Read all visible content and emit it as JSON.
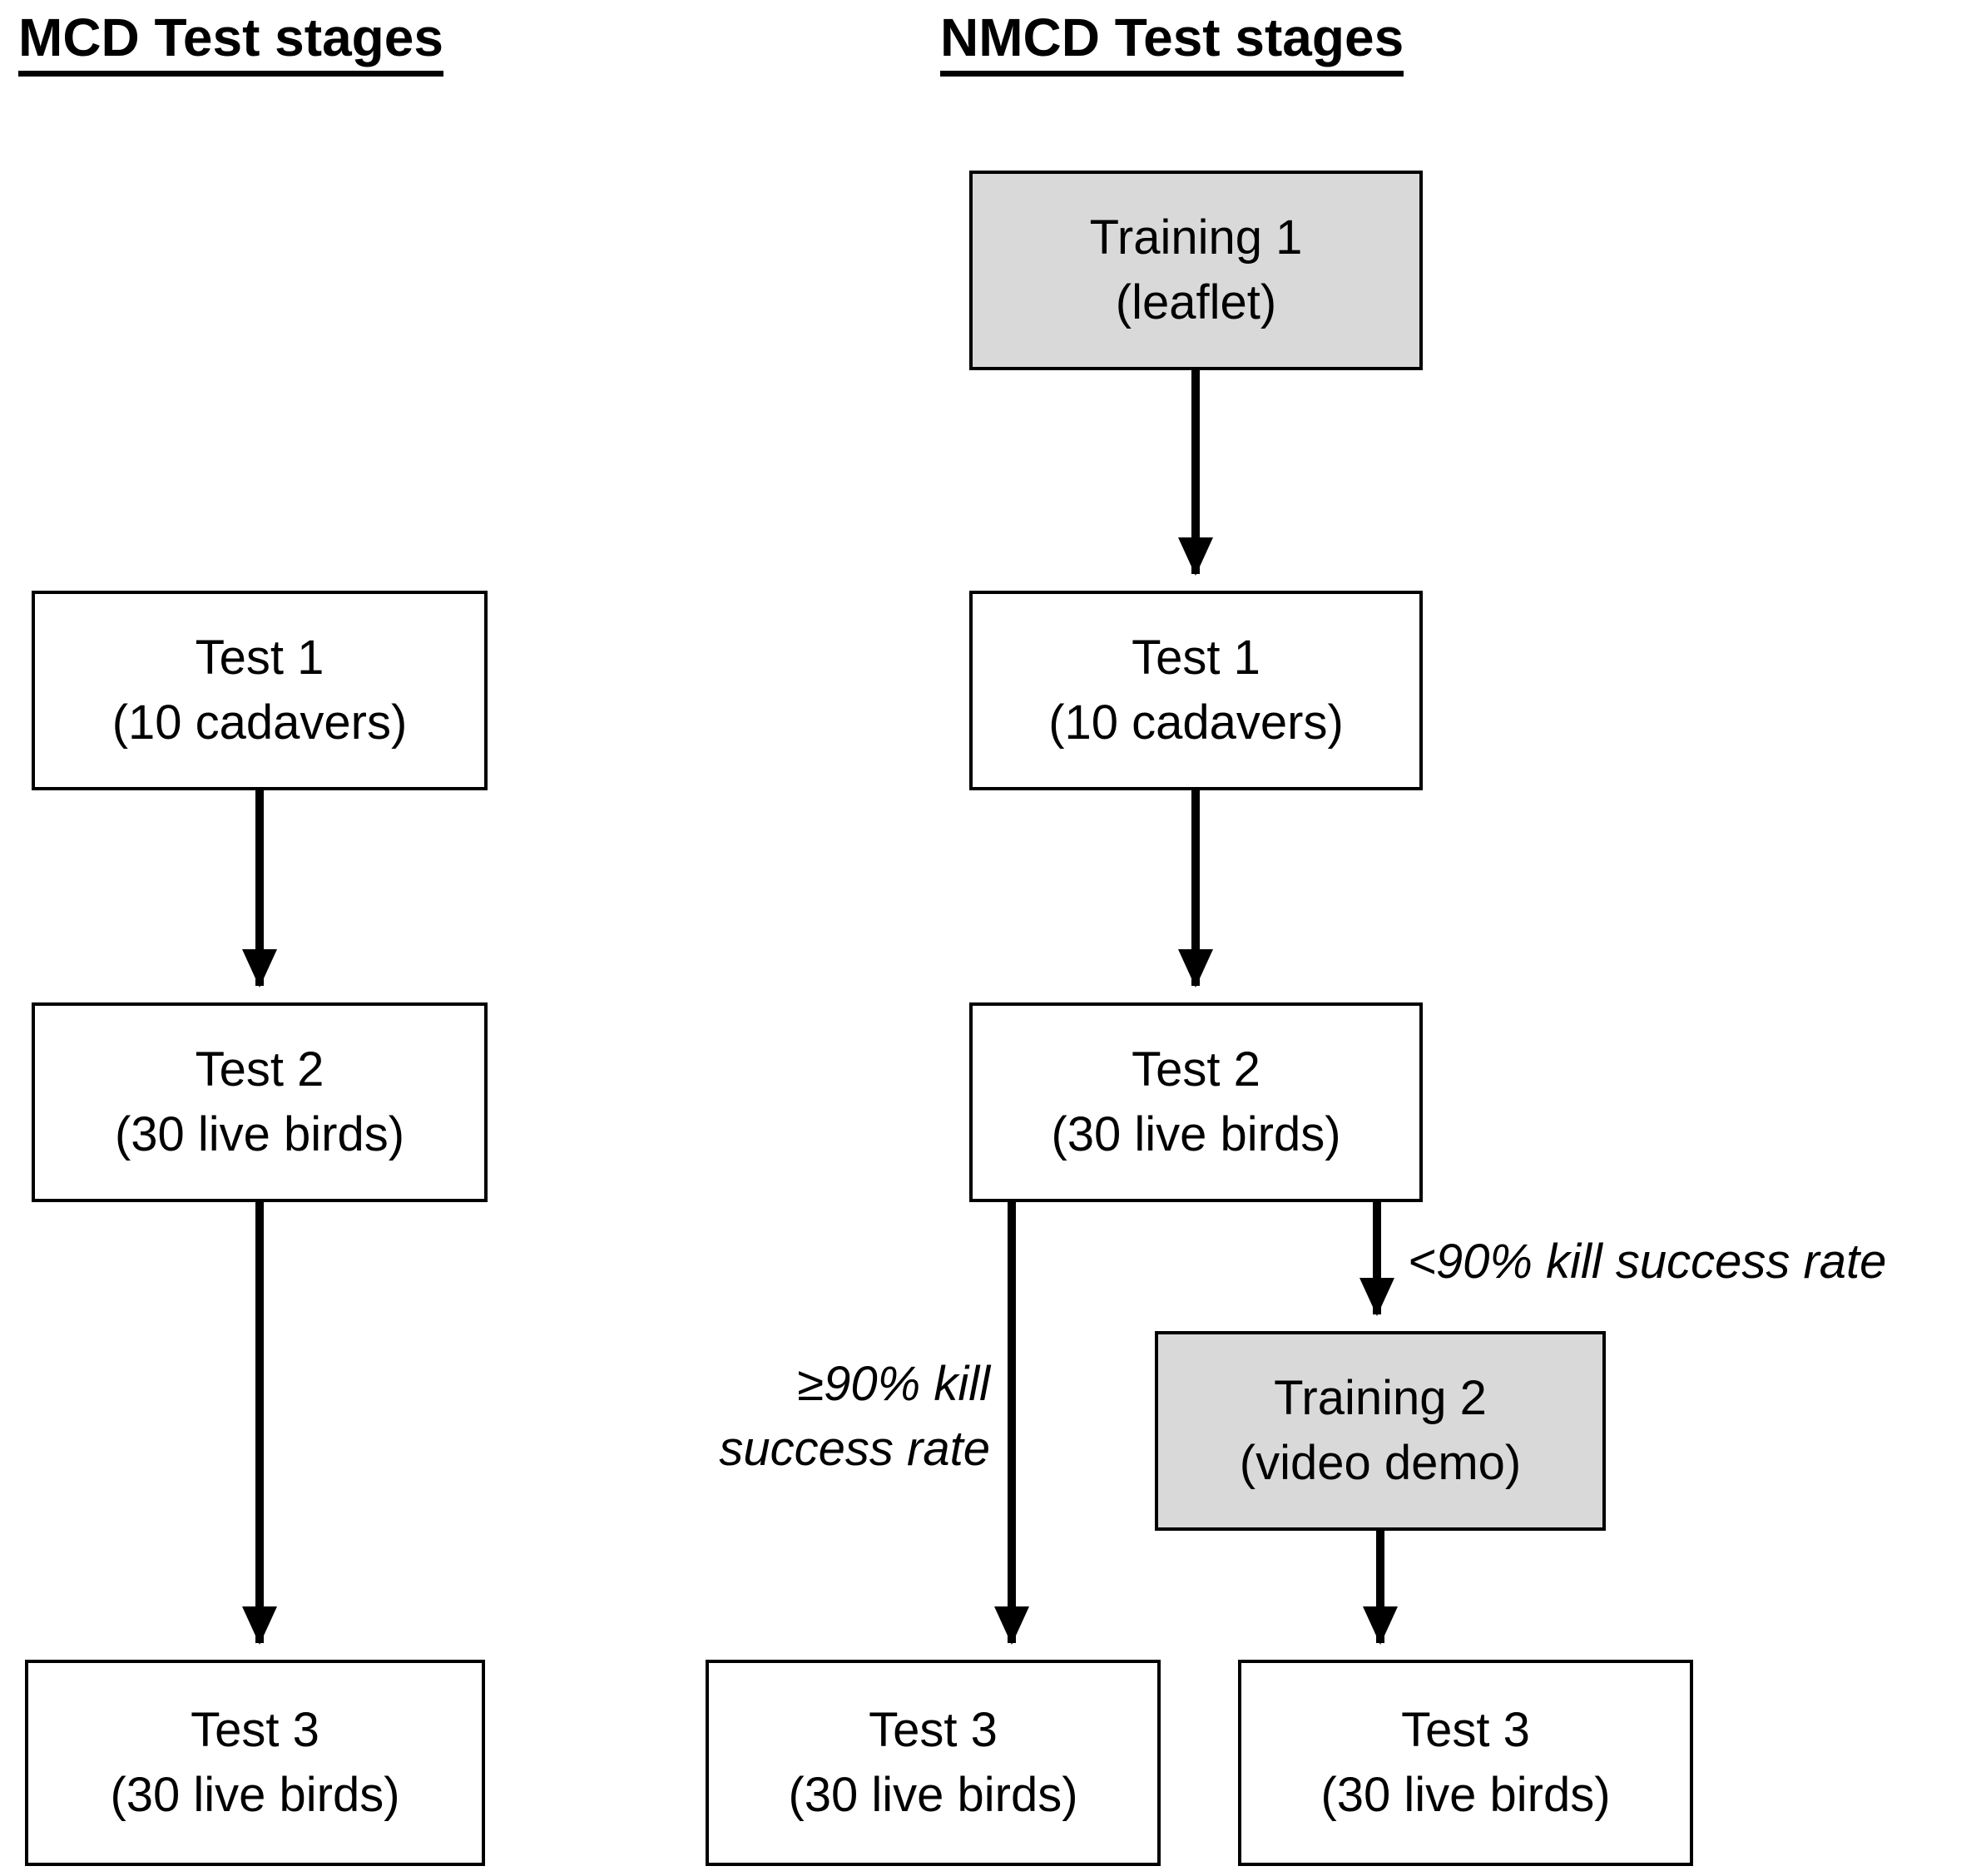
{
  "figure": {
    "type": "flowchart",
    "columns": {
      "mcd": {
        "title": "MCD Test stages"
      },
      "nmcd": {
        "title": "NMCD Test stages"
      }
    },
    "boxes": {
      "mcd_test1": {
        "line1": "Test 1",
        "line2": "(10 cadavers)",
        "fill": "white"
      },
      "mcd_test2": {
        "line1": "Test 2",
        "line2": "(30 live birds)",
        "fill": "white"
      },
      "mcd_test3": {
        "line1": "Test 3",
        "line2": "(30 live birds)",
        "fill": "white"
      },
      "nmcd_training1": {
        "line1": "Training 1",
        "line2": "(leaflet)",
        "fill": "gray"
      },
      "nmcd_test1": {
        "line1": "Test 1",
        "line2": "(10 cadavers)",
        "fill": "white"
      },
      "nmcd_test2": {
        "line1": "Test 2",
        "line2": "(30 live birds)",
        "fill": "white"
      },
      "nmcd_training2": {
        "line1": "Training 2",
        "line2": "(video demo)",
        "fill": "gray"
      },
      "nmcd_test3_left": {
        "line1": "Test 3",
        "line2": "(30 live birds)",
        "fill": "white"
      },
      "nmcd_test3_right": {
        "line1": "Test 3",
        "line2": "(30 live birds)",
        "fill": "white"
      }
    },
    "edge_labels": {
      "ge90_line1": "≥90% kill",
      "ge90_line2": "success rate",
      "lt90": "<90% kill success rate"
    },
    "colors": {
      "ink": "#000000",
      "paper": "#ffffff",
      "gray_fill": "#d9d9d9"
    }
  }
}
